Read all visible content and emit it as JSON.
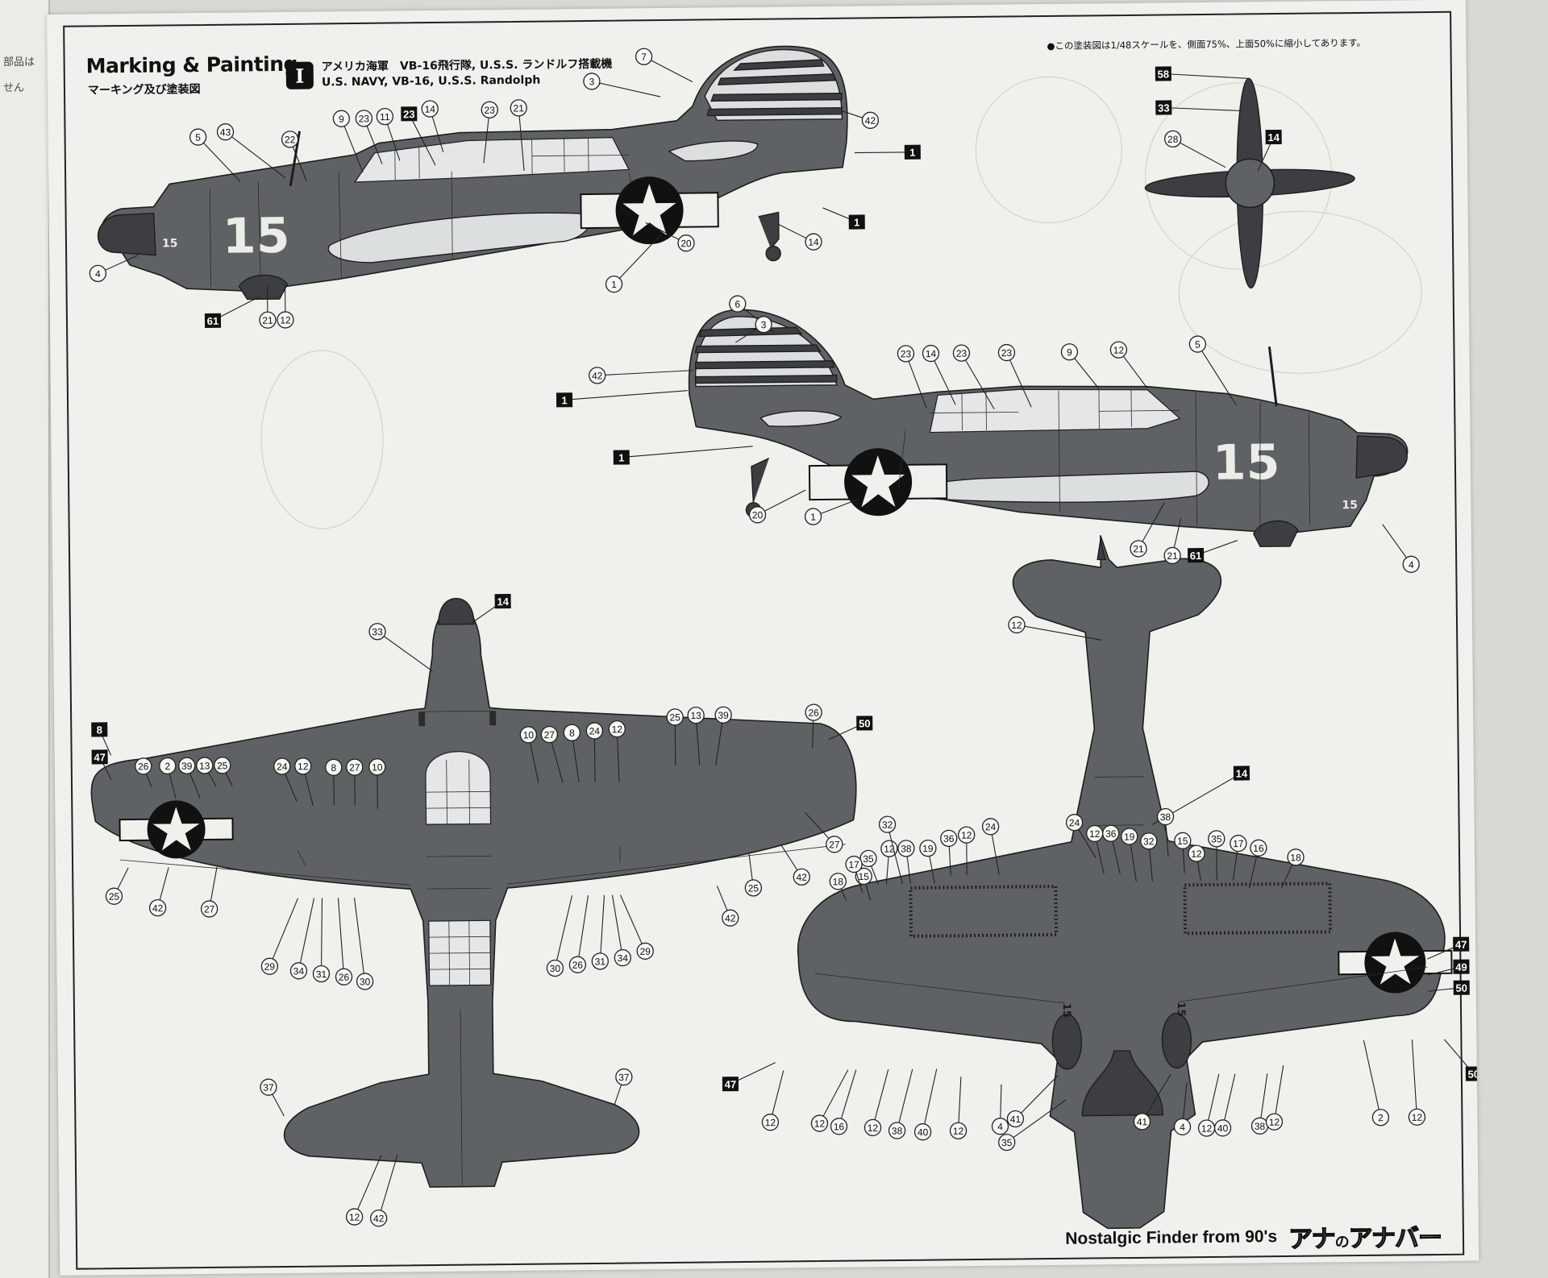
{
  "heading": {
    "title": "Marking & Painting",
    "subtitle": "マーキング及び塗装図",
    "scheme_badge": "I",
    "scheme_jp": "アメリカ海軍　VB-16飛行隊, U.S.S. ランドルフ搭載機",
    "scheme_en": "U.S. NAVY, VB-16, U.S.S. Randolph",
    "scale_note": "●この塗装図は1/48スケールを、側面75%、上面50%に縮小してあります。"
  },
  "aircraft": {
    "side_number": "15",
    "nose_number": "15",
    "under_wing_code": "15",
    "colors": {
      "sea_blue": "#5f6265",
      "dark_blue": "#3c3e41",
      "white": "#dcdfe0",
      "insignia": "#111111"
    }
  },
  "views": {
    "left_side": {
      "callouts": [
        "7",
        "3",
        "42",
        "1",
        "1",
        "14",
        "20",
        "1",
        "4",
        "61",
        "21",
        "12",
        "5",
        "43",
        "22",
        "9",
        "23",
        "11",
        "23",
        "14",
        "23",
        "21"
      ]
    },
    "right_side": {
      "callouts": [
        "6",
        "3",
        "42",
        "1",
        "1",
        "20",
        "1",
        "21",
        "23",
        "14",
        "23",
        "23",
        "9",
        "12",
        "5",
        "4",
        "61",
        "21"
      ]
    },
    "propeller": {
      "callouts": [
        "58",
        "33",
        "28",
        "14"
      ]
    },
    "top": {
      "callouts": [
        "14",
        "33",
        "8",
        "47",
        "26",
        "2",
        "39",
        "13",
        "25",
        "24",
        "12",
        "8",
        "27",
        "10",
        "10",
        "27",
        "8",
        "24",
        "12",
        "25",
        "13",
        "39",
        "26",
        "50",
        "27",
        "42",
        "25",
        "42",
        "25",
        "42",
        "27",
        "29",
        "34",
        "31",
        "26",
        "30",
        "30",
        "26",
        "31",
        "34",
        "29",
        "37",
        "37",
        "12",
        "42"
      ]
    },
    "bottom": {
      "callouts": [
        "12",
        "14",
        "24",
        "12",
        "36",
        "19",
        "32",
        "38",
        "15",
        "12",
        "35",
        "17",
        "16",
        "18",
        "12",
        "32",
        "38",
        "19",
        "36",
        "12",
        "24",
        "35",
        "15",
        "17",
        "18",
        "47",
        "49",
        "50",
        "50",
        "47",
        "12",
        "12",
        "16",
        "12",
        "38",
        "40",
        "12",
        "4",
        "41",
        "35",
        "41",
        "4",
        "12",
        "40",
        "38",
        "12",
        "2",
        "12"
      ]
    }
  },
  "backsheet_text": [
    "部品は",
    "せん"
  ],
  "credit": {
    "text": "Nostalgic Finder from 90's",
    "logo_a": "アナ",
    "logo_mid": "の",
    "logo_b": "アナ",
    "logo_c": "バー"
  }
}
